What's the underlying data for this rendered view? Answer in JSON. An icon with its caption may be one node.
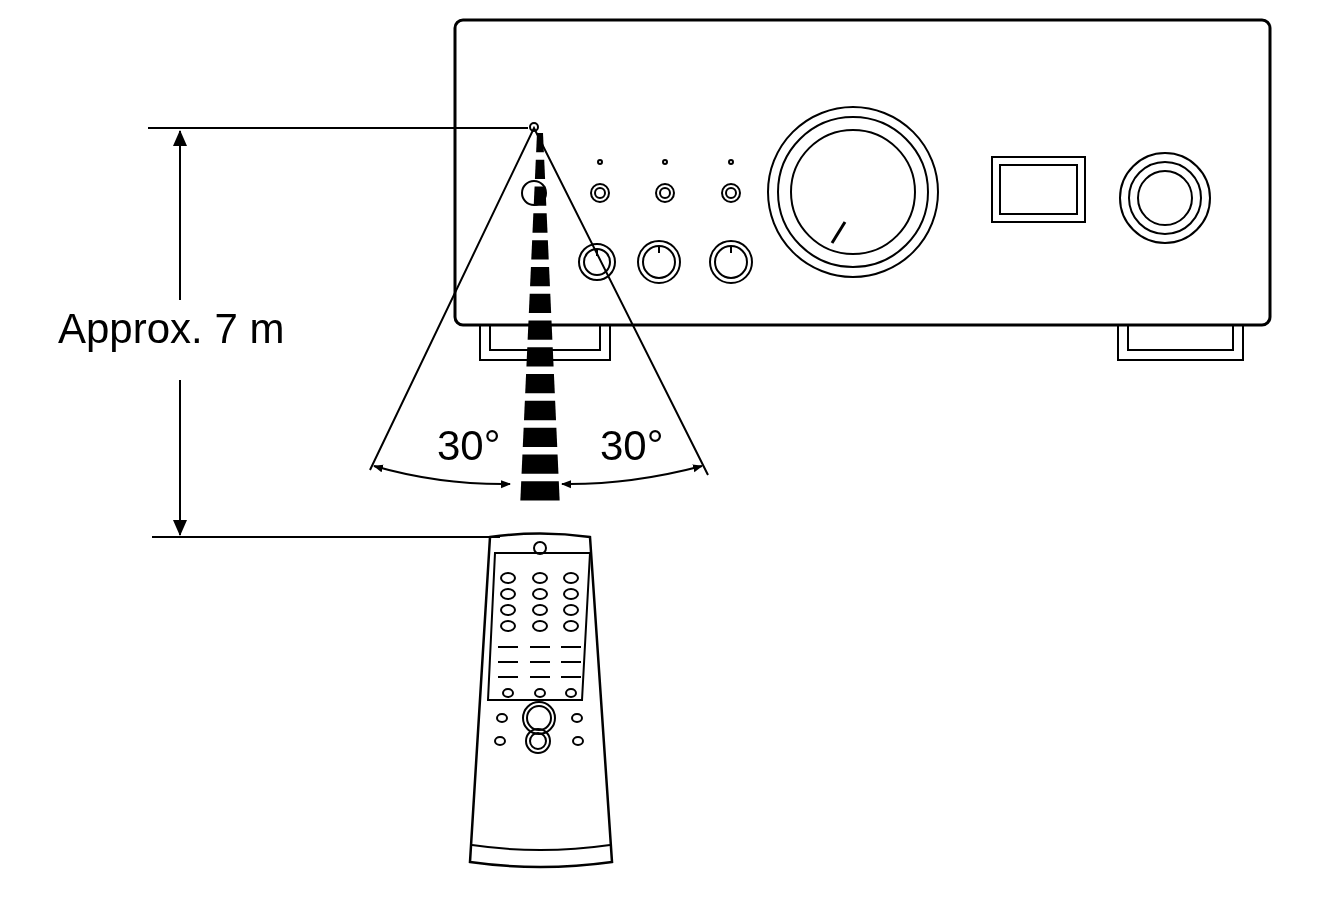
{
  "diagram": {
    "labels": [
      "Approx. 7 m",
      "30°",
      "30°"
    ]
  }
}
